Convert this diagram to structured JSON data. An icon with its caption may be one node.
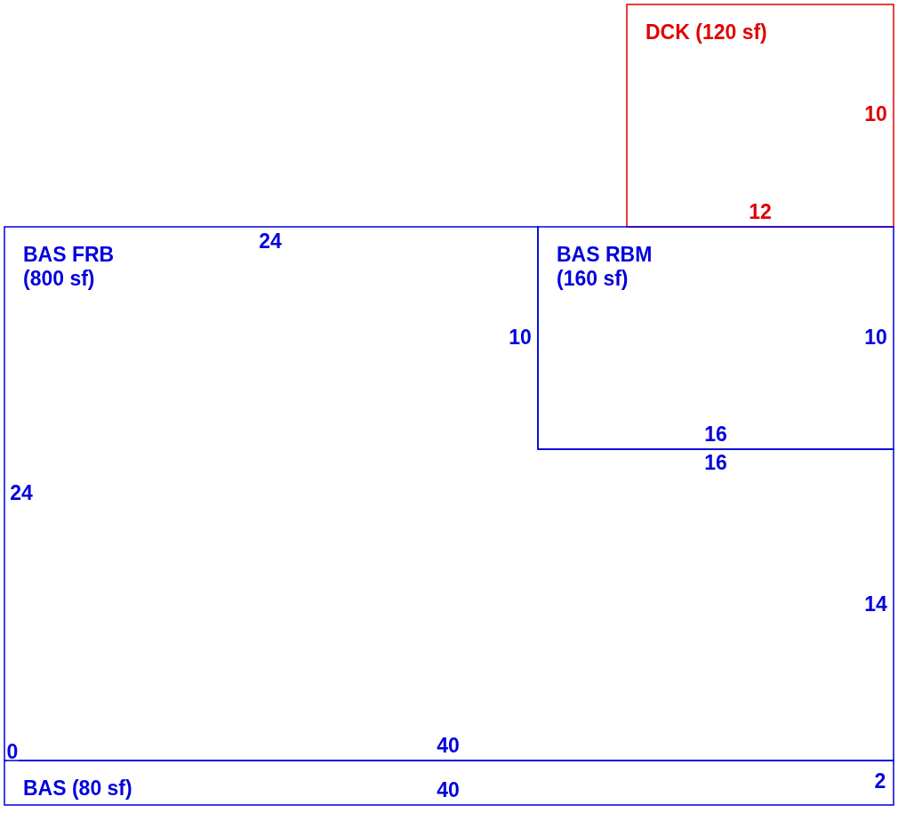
{
  "diagram": {
    "nodes": [
      {
        "text": [
          "DCK (120 sf)",
          "10",
          "12"
        ]
      },
      {
        "text": [
          "BAS FRB (800 sf)",
          "24",
          "10",
          "16",
          "24",
          "14",
          "40",
          "0"
        ]
      },
      {
        "text": [
          "BAS RBM (160 sf)",
          "10",
          "16"
        ]
      },
      {
        "text": [
          "BAS (80 sf)",
          "40",
          "2"
        ]
      }
    ]
  }
}
